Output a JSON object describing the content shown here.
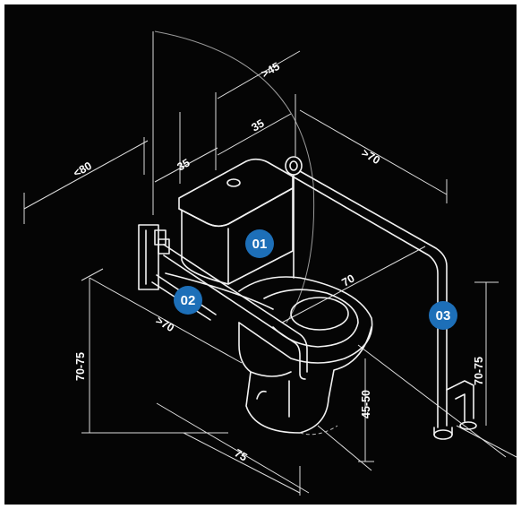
{
  "dimensions": {
    "d45": ">45",
    "d35a": "35",
    "d35b": "35",
    "d80": "<80",
    "d70top": ">70",
    "d70mid": "70",
    "d70left": ">70",
    "d7075left": "70-75",
    "d4550": "45-50",
    "d75": "75",
    "d7075right": "70-75"
  },
  "badges": {
    "b01": "01",
    "b02": "02",
    "b03": "03"
  },
  "colors": {
    "background": "#050505",
    "lines": "#f2f2f2",
    "badge": "#1d6fb8"
  }
}
